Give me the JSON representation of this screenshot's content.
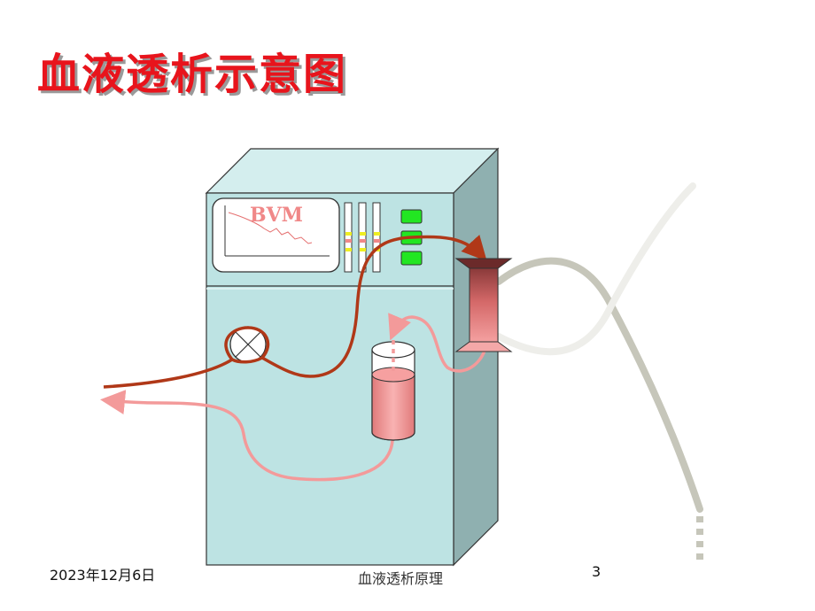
{
  "title": "血液透析示意图",
  "diagram": {
    "monitor_label": "BVM"
  },
  "colors": {
    "title": "#e8141c",
    "machine_front": "#bde3e3",
    "machine_side": "#8fb0b0",
    "machine_top": "#d4eeee",
    "arterial_line": "#b03818",
    "venous_line": "#f39a9a",
    "button": "#22e622",
    "led": "#eeee22",
    "dialyzer": "#c96060",
    "tubing": "#c8c8bc"
  },
  "footer": {
    "date": "2023年12月6日",
    "center": "血液透析原理",
    "page": "3"
  }
}
